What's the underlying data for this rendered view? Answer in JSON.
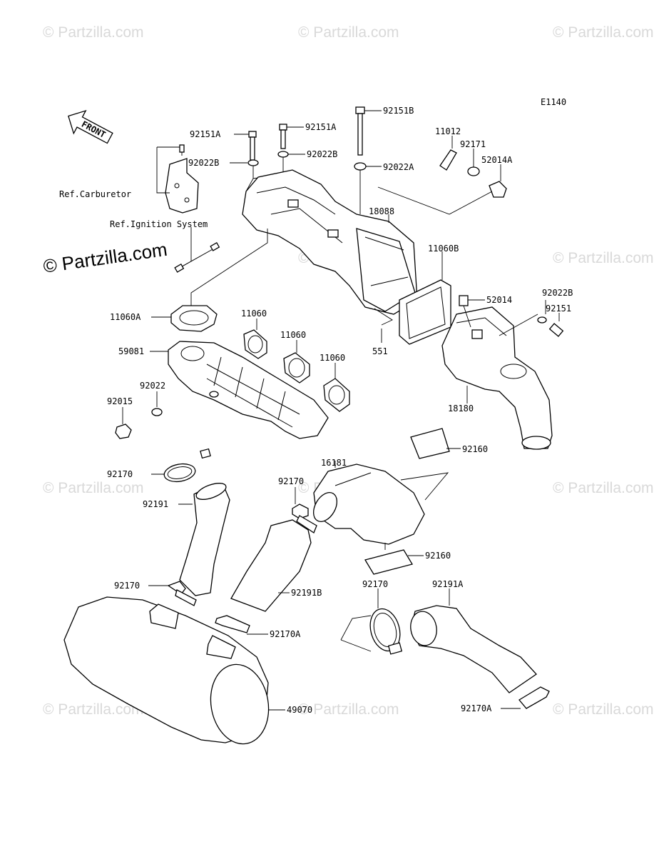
{
  "diagram_code": "E1140",
  "watermark_text": "© Partzilla.com",
  "watermark_prominent": "© Partzilla.com",
  "front_label": "FRONT",
  "refs": {
    "carburetor": "Ref.Carburetor",
    "ignition": "Ref.Ignition System"
  },
  "parts": [
    {
      "id": "p92151A_1",
      "label": "92151A"
    },
    {
      "id": "p92151A_2",
      "label": "92151A"
    },
    {
      "id": "p92151B",
      "label": "92151B"
    },
    {
      "id": "p92022B_1",
      "label": "92022B"
    },
    {
      "id": "p92022B_2",
      "label": "92022B"
    },
    {
      "id": "p92022A",
      "label": "92022A"
    },
    {
      "id": "p11012",
      "label": "11012"
    },
    {
      "id": "p92171",
      "label": "92171"
    },
    {
      "id": "p52014A",
      "label": "52014A"
    },
    {
      "id": "p18088",
      "label": "18088"
    },
    {
      "id": "p11060B",
      "label": "11060B"
    },
    {
      "id": "p52014",
      "label": "52014"
    },
    {
      "id": "p92022B_3",
      "label": "92022B"
    },
    {
      "id": "p92151",
      "label": "92151"
    },
    {
      "id": "p11060A",
      "label": "11060A"
    },
    {
      "id": "p11060_1",
      "label": "11060"
    },
    {
      "id": "p11060_2",
      "label": "11060"
    },
    {
      "id": "p11060_3",
      "label": "11060"
    },
    {
      "id": "p59081",
      "label": "59081"
    },
    {
      "id": "p92022",
      "label": "92022"
    },
    {
      "id": "p92015",
      "label": "92015"
    },
    {
      "id": "p551",
      "label": "551"
    },
    {
      "id": "p18180",
      "label": "18180"
    },
    {
      "id": "p16181",
      "label": "16181"
    },
    {
      "id": "p92160_1",
      "label": "92160"
    },
    {
      "id": "p92160_2",
      "label": "92160"
    },
    {
      "id": "p92170_1",
      "label": "92170"
    },
    {
      "id": "p92170_2",
      "label": "92170"
    },
    {
      "id": "p92191",
      "label": "92191"
    },
    {
      "id": "p92170_3",
      "label": "92170"
    },
    {
      "id": "p92191B",
      "label": "92191B"
    },
    {
      "id": "p92170A_1",
      "label": "92170A"
    },
    {
      "id": "p92170_4",
      "label": "92170"
    },
    {
      "id": "p92191A",
      "label": "92191A"
    },
    {
      "id": "p49070",
      "label": "49070"
    },
    {
      "id": "p92170A_2",
      "label": "92170A"
    }
  ]
}
